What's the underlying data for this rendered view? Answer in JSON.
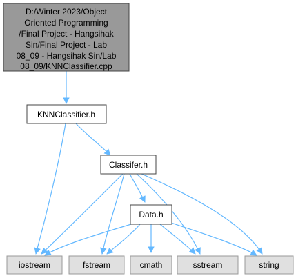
{
  "graph": {
    "root": {
      "lines": [
        "D:/Winter 2023/Object",
        "Oriented Programming",
        "/Final Project - Hangsihak",
        "Sin/Final Project - Lab",
        "08_09 - Hangsihak Sin/Lab",
        "08_09/KNNClassifier.cpp"
      ]
    },
    "nodes": {
      "knn": "KNNClassifier.h",
      "classifier": "Classifer.h",
      "data": "Data.h",
      "iostream": "iostream",
      "fstream": "fstream",
      "cmath": "cmath",
      "sstream": "sstream",
      "string": "string"
    },
    "colors": {
      "root_fill": "#999999",
      "node_fill": "#ffffff",
      "external_fill": "#e0e0e0",
      "border": "#444444",
      "external_border": "#999999",
      "edge": "#63b8ff",
      "text": "#000000"
    }
  }
}
